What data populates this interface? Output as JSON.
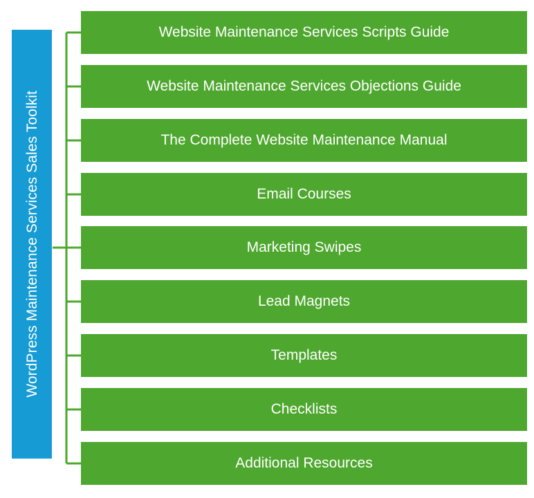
{
  "diagram": {
    "type": "hierarchy-tree",
    "orientation": "horizontal-root-left",
    "colors": {
      "root_fill": "#169BD5",
      "node_fill": "#4EA72E",
      "connector": "#4EA72E",
      "text": "#FFFFFF",
      "background": "#FFFFFF"
    },
    "root": {
      "label": "WordPress Maintenance Services Sales Toolkit"
    },
    "children": [
      {
        "label": "Website Maintenance Services Scripts Guide"
      },
      {
        "label": "Website Maintenance Services Objections Guide"
      },
      {
        "label": "The Complete Website Maintenance Manual"
      },
      {
        "label": "Email Courses"
      },
      {
        "label": "Marketing Swipes"
      },
      {
        "label": "Lead Magnets"
      },
      {
        "label": "Templates"
      },
      {
        "label": "Checklists"
      },
      {
        "label": "Additional Resources"
      }
    ]
  }
}
